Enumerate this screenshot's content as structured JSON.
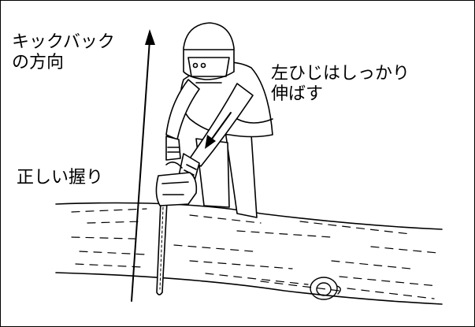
{
  "labels": {
    "kickback_line1": "キックバック",
    "kickback_line2": "の方向",
    "elbow_line1": "左ひじはしっかり",
    "elbow_line2": "伸ばす",
    "grip": "正しい握り"
  },
  "colors": {
    "line": "#000000",
    "background": "#ffffff"
  }
}
